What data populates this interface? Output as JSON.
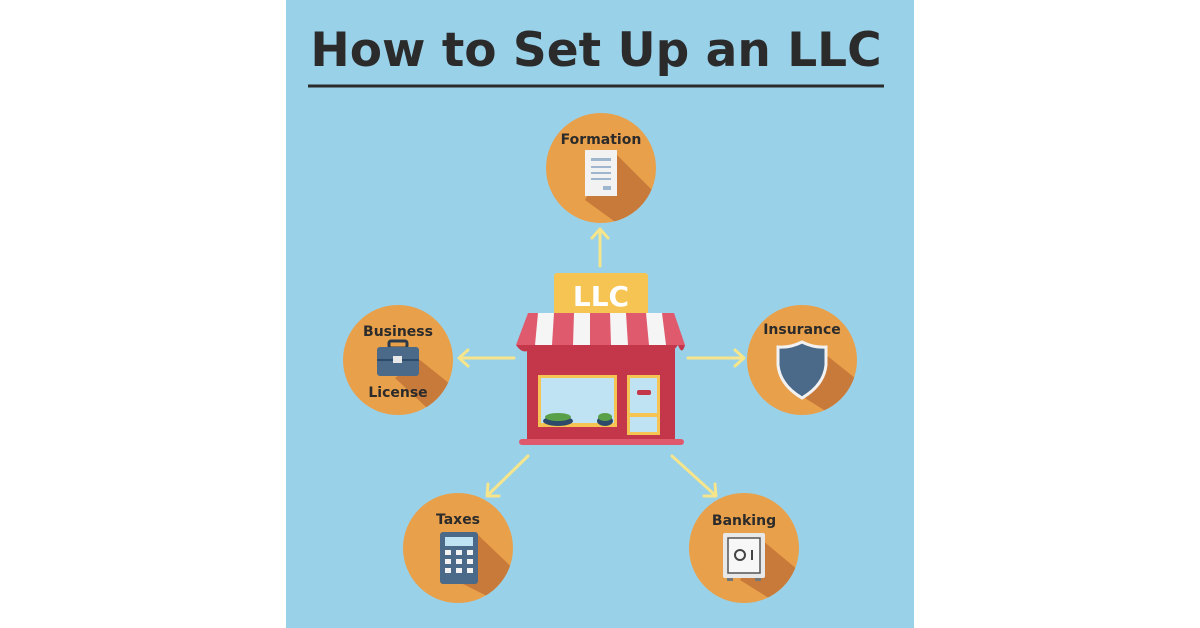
{
  "title": "How to Set Up an LLC",
  "center": {
    "sign": "LLC"
  },
  "steps": {
    "formation": "Formation",
    "business_license_1": "Business",
    "business_license_2": "License",
    "insurance": "Insurance",
    "taxes": "Taxes",
    "banking": "Banking"
  },
  "colors": {
    "background": "#99d1e9",
    "circle": "#e9a04a",
    "shadow": "#c87a3a",
    "arrow": "#f6e58a",
    "store": "#c4364a"
  }
}
